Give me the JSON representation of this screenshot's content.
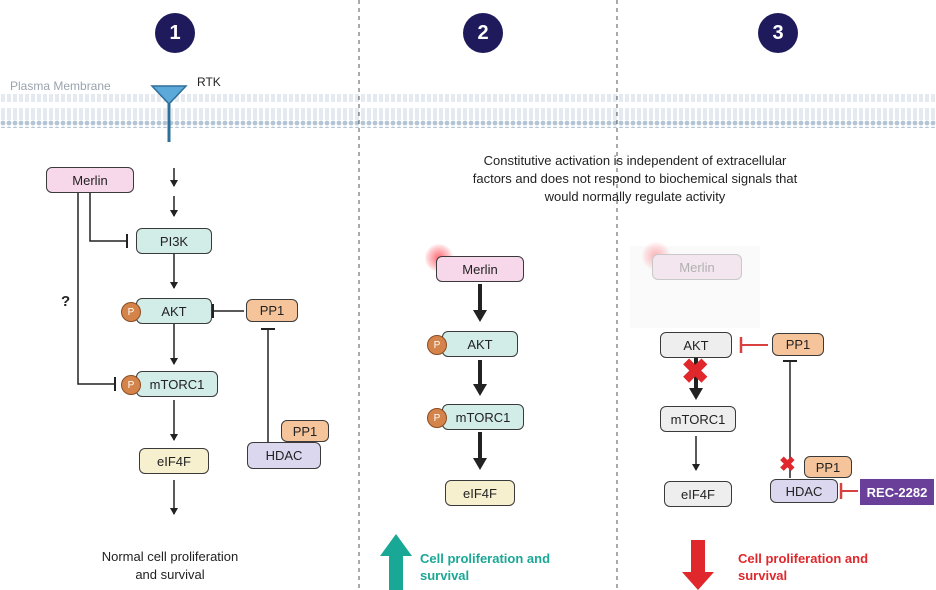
{
  "panels": [
    "1",
    "2",
    "3"
  ],
  "membrane": {
    "label": "Plasma Membrane",
    "receptor": "RTK"
  },
  "panel1": {
    "merlin": "Merlin",
    "pi3k": "PI3K",
    "akt": "AKT",
    "pp1_a": "PP1",
    "mtorc1": "mTORC1",
    "eif4f": "eIF4F",
    "pp1_b": "PP1",
    "hdac": "HDAC",
    "question": "?",
    "phospho": "P",
    "outcome_line1": "Normal cell proliferation",
    "outcome_line2": "and survival"
  },
  "panel2": {
    "note_line1": "Constitutive activation is independent of extracellular",
    "note_line2": "factors and does not respond to biochemical signals that",
    "note_line3": "would normally regulate activity",
    "merlin": "Merlin",
    "akt": "AKT",
    "mtorc1": "mTORC1",
    "eif4f": "eIF4F",
    "phospho": "P",
    "outcome_line1": "Cell proliferation and",
    "outcome_line2": "survival"
  },
  "panel3": {
    "merlin": "Merlin",
    "akt": "AKT",
    "pp1_a": "PP1",
    "mtorc1": "mTORC1",
    "eif4f": "eIF4F",
    "pp1_b": "PP1",
    "hdac": "HDAC",
    "drug": "REC-2282",
    "outcome_line1": "Cell proliferation and",
    "outcome_line2": "survival"
  },
  "colors": {
    "badge": "#1f1a5c",
    "up_arrow": "#1aa896",
    "down_arrow": "#e0282c",
    "inhibitor_red": "#d94040",
    "drug": "#6a3f9a"
  }
}
